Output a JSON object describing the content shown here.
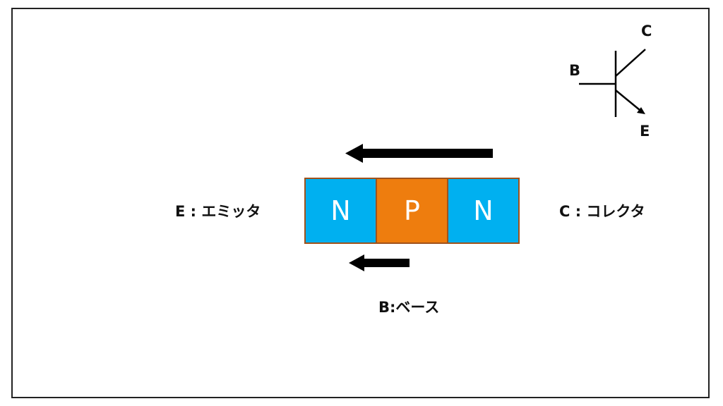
{
  "labels": {
    "emitter": "E : エミッタ",
    "collector": "C : コレクタ",
    "base": "B:ベース"
  },
  "symbol": {
    "collector": "C",
    "base": "B",
    "emitter": "E"
  },
  "blocks": [
    {
      "text": "N",
      "color": "#00b0f0"
    },
    {
      "text": "P",
      "color": "#ee7d0e"
    },
    {
      "text": "N",
      "color": "#00b0f0"
    }
  ],
  "colors": {
    "n_region": "#00b0f0",
    "p_region": "#ee7d0e",
    "block_border": "#a0521b",
    "arrow": "#000000"
  },
  "icons": {
    "transistor": "npn-transistor-symbol",
    "current_arrows": "left-arrow"
  }
}
